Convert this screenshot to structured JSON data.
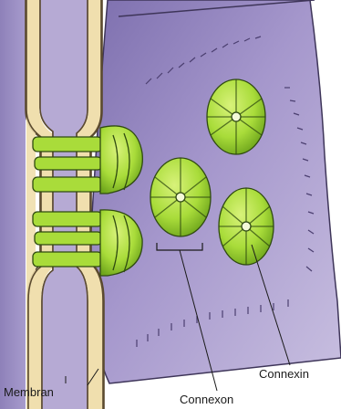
{
  "labels": {
    "membrane": "Membran",
    "connexin": "Connexin",
    "connexon": "Connexon"
  },
  "colors": {
    "background": "#ffffff",
    "cell_surface": "#9a8bc2",
    "cell_surface_light": "#b9aed6",
    "membrane_band": "#f0dfae",
    "membrane_outline": "#5b4a2f",
    "connexon_green": "#a9dc3a",
    "connexon_dark": "#2f4a10"
  }
}
